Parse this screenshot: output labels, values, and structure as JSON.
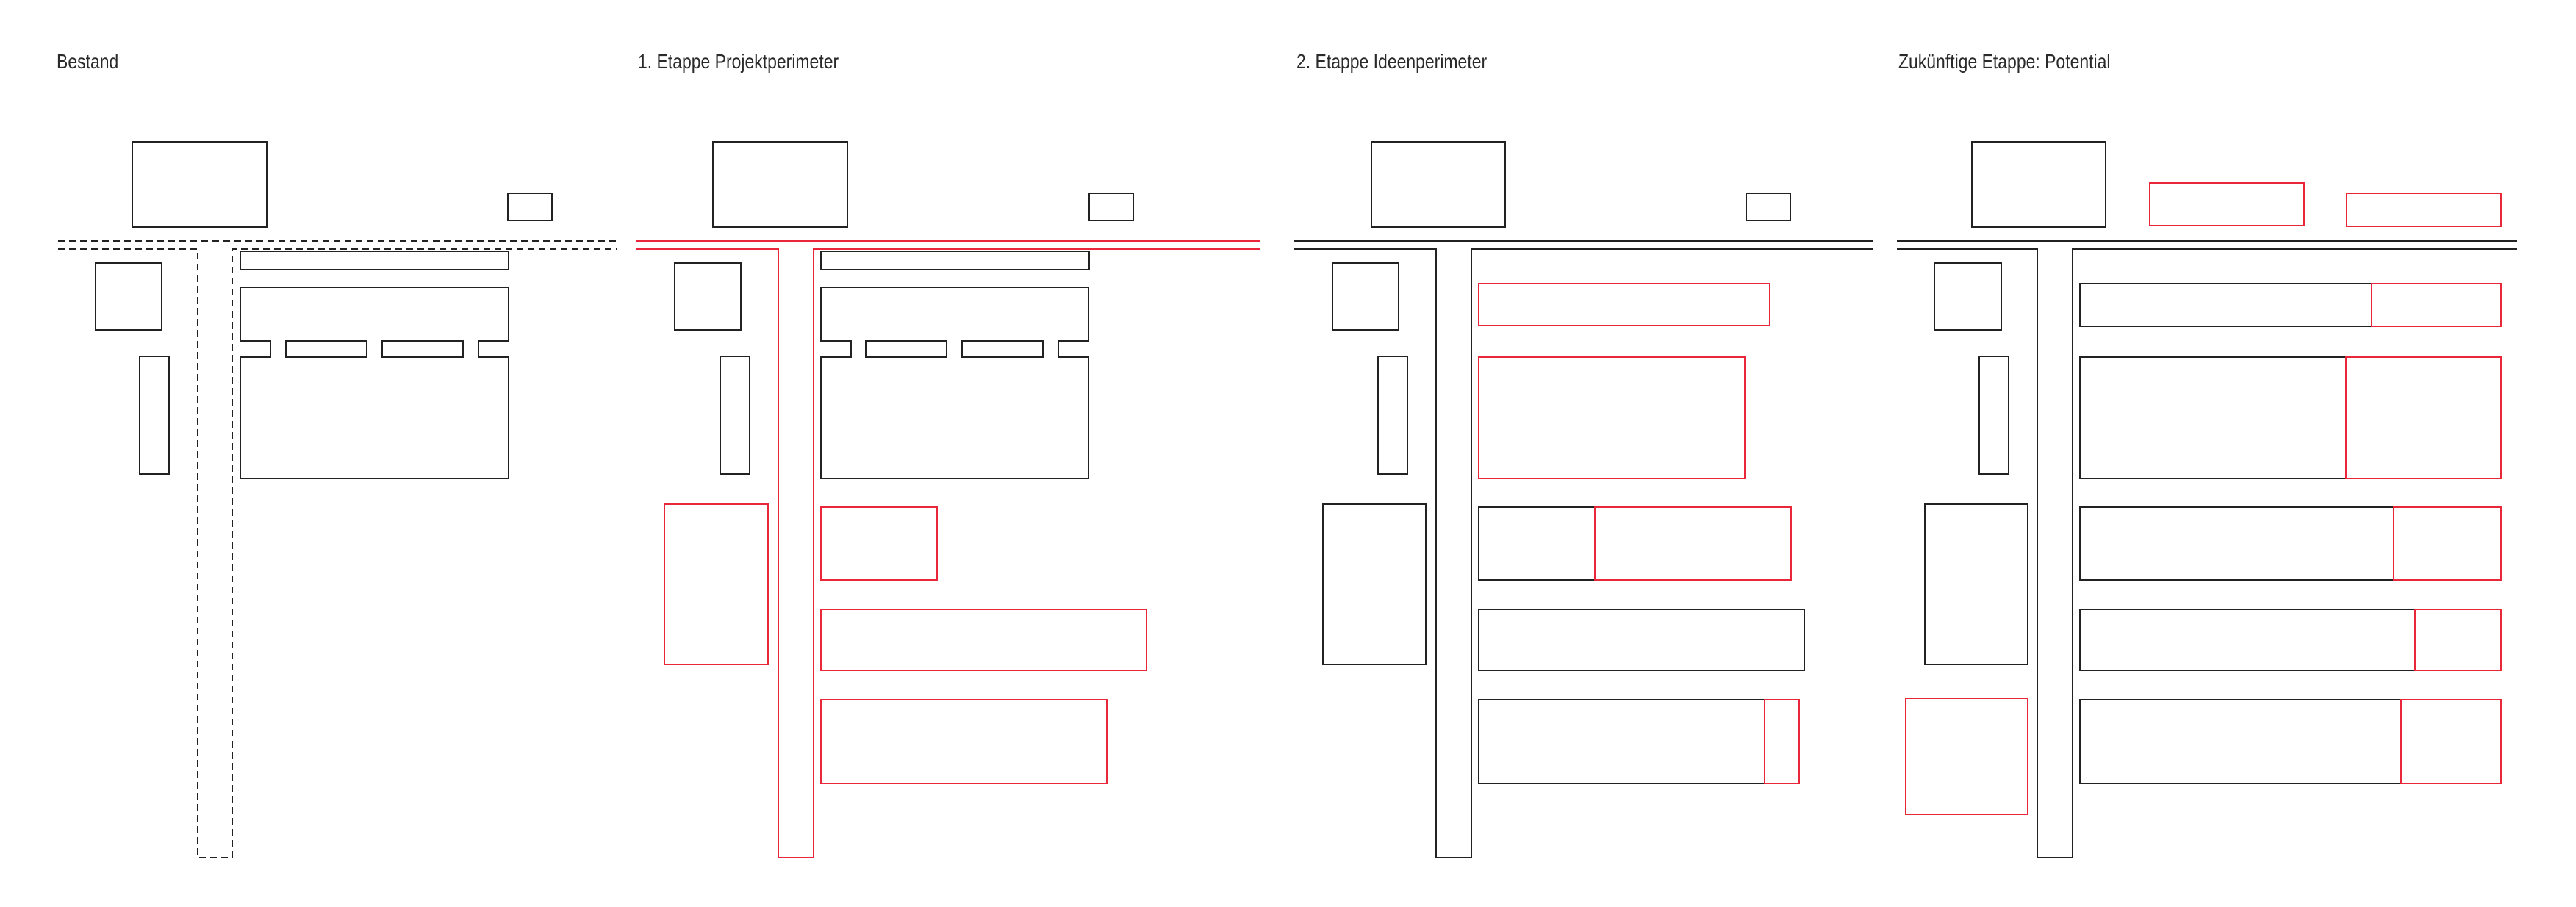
{
  "panels": [
    {
      "title": "Bestand"
    },
    {
      "title": "1. Etappe Projektperimeter"
    },
    {
      "title": "2. Etappe Ideenperimeter"
    },
    {
      "title": "Zukünftige Etappe: Potential"
    }
  ],
  "colors": {
    "existing": "#222222",
    "highlight": "#e8283a",
    "background": "#ffffff"
  }
}
